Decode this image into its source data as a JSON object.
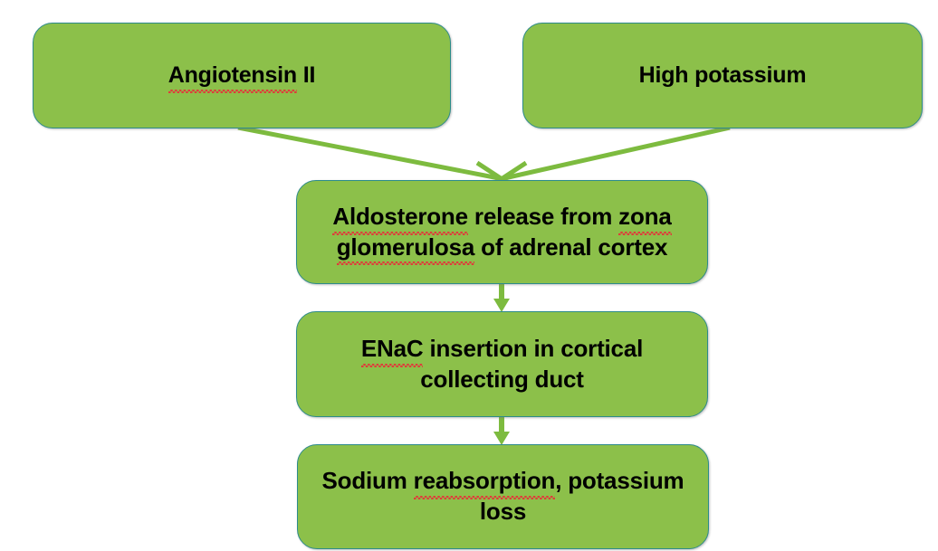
{
  "diagram": {
    "title": "Aldosterone pathway flowchart",
    "colors": {
      "node_fill": "#8CC04A",
      "node_border": "#2D8B8B",
      "arrow": "#7DBB3F",
      "text": "#000000",
      "spellcheck_underline": "#E03A3A"
    },
    "nodes": [
      {
        "id": "angiotensin",
        "text": "Angiotensin II",
        "parts": [
          {
            "text": "Angiotensin",
            "misspelled": true
          },
          {
            "text": " II",
            "misspelled": false
          }
        ]
      },
      {
        "id": "potassium",
        "text": "High potassium",
        "parts": [
          {
            "text": "High potassium",
            "misspelled": false
          }
        ]
      },
      {
        "id": "aldosterone",
        "text": "Aldosterone release from zona glomerulosa of adrenal cortex",
        "parts": [
          {
            "text": "Aldosterone",
            "misspelled": true
          },
          {
            "text": " release from ",
            "misspelled": false
          },
          {
            "text": "zona",
            "misspelled": true
          },
          {
            "text": " ",
            "misspelled": false
          },
          {
            "text": "glomerulosa",
            "misspelled": true
          },
          {
            "text": " of adrenal cortex",
            "misspelled": false
          }
        ]
      },
      {
        "id": "enac",
        "text": "ENaC insertion in cortical collecting duct",
        "parts": [
          {
            "text": "ENaC",
            "misspelled": true
          },
          {
            "text": " insertion in cortical collecting duct",
            "misspelled": false
          }
        ]
      },
      {
        "id": "sodium",
        "text": "Sodium reabsorption, potassium loss",
        "parts": [
          {
            "text": "Sodium ",
            "misspelled": false
          },
          {
            "text": "reabsorption",
            "misspelled": true
          },
          {
            "text": ", potassium loss",
            "misspelled": false
          }
        ]
      }
    ],
    "edges": [
      {
        "id": "edge-angiotensin-aldosterone",
        "from": "angiotensin",
        "to": "aldosterone",
        "style": "diagonal"
      },
      {
        "id": "edge-potassium-aldosterone",
        "from": "potassium",
        "to": "aldosterone",
        "style": "diagonal"
      },
      {
        "id": "edge-aldosterone-enac",
        "from": "aldosterone",
        "to": "enac",
        "style": "vertical"
      },
      {
        "id": "edge-enac-sodium",
        "from": "enac",
        "to": "sodium",
        "style": "vertical"
      }
    ]
  }
}
